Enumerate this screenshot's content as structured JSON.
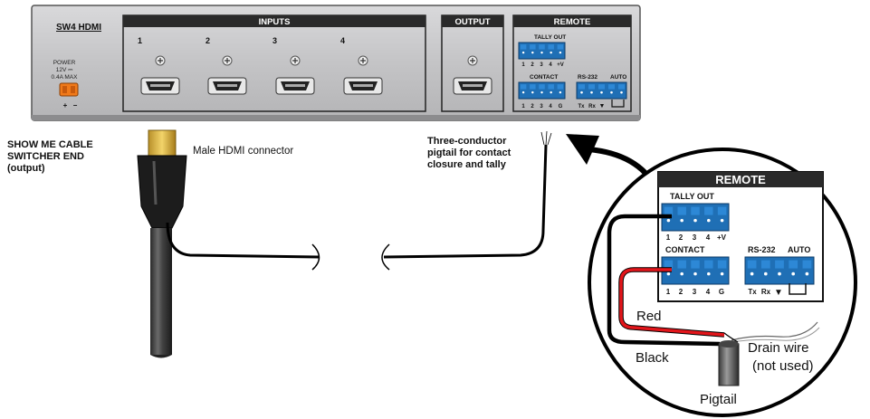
{
  "device": {
    "model": "SW4 HDMI",
    "power": {
      "line1": "POWER",
      "line2": "12V ⎓",
      "line3": "0.4A MAX",
      "plus": "+",
      "minus": "−"
    },
    "inputs_title": "INPUTS",
    "input_numbers": [
      "1",
      "2",
      "3",
      "4"
    ],
    "output_title": "OUTPUT",
    "remote_title": "REMOTE",
    "tally_out_label": "TALLY OUT",
    "tally_pins": [
      "1",
      "2",
      "3",
      "4",
      "+V"
    ],
    "contact_label": "CONTACT",
    "contact_pins": [
      "1",
      "2",
      "3",
      "4",
      "G"
    ],
    "rs232_label": "RS-232",
    "auto_label": "AUTO",
    "rs232_pins": [
      "Tx",
      "Rx",
      "▼"
    ]
  },
  "annotations": {
    "cable_end": [
      "SHOW ME CABLE",
      "SWITCHER END",
      "(output)"
    ],
    "hdmi_connector": "Male HDMI connector",
    "pigtail_desc": [
      "Three-conductor",
      "pigtail for contact",
      "closure and tally"
    ]
  },
  "detail": {
    "remote_title": "REMOTE",
    "tally_out_label": "TALLY OUT",
    "tally_pins": [
      "1",
      "2",
      "3",
      "4",
      "+V"
    ],
    "contact_label": "CONTACT",
    "contact_pins": [
      "1",
      "2",
      "3",
      "4",
      "G"
    ],
    "rs232_label": "RS-232",
    "auto_label": "AUTO",
    "rs232_pins": [
      "Tx",
      "Rx",
      "▼"
    ],
    "wire_red": "Red",
    "wire_black": "Black",
    "drain_wire": [
      "Drain wire",
      "(not used)"
    ],
    "pigtail": "Pigtail"
  },
  "colors": {
    "panel": "#c9c9cb",
    "panel_dark": "#2a2a2a",
    "terminal_blue": "#1f6fb5",
    "power_orange": "#f07a1a",
    "red_wire": "#e3161b",
    "black_wire": "#111111"
  }
}
